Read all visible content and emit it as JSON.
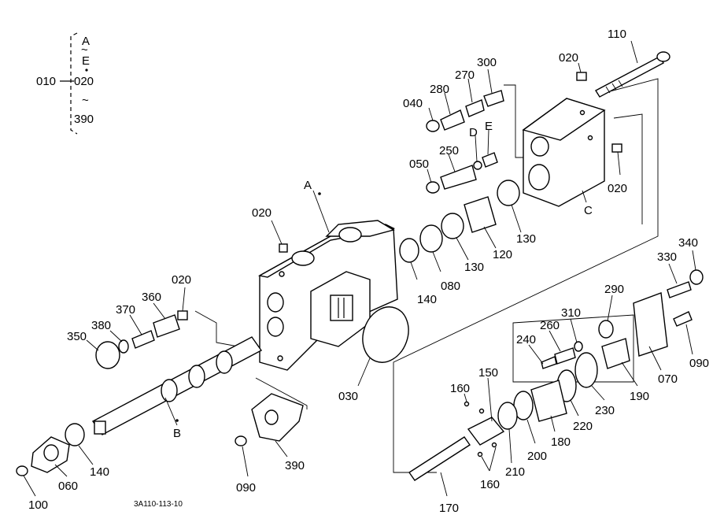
{
  "legend": {
    "ref": "010",
    "first": "A",
    "mid": "E",
    "next": "020",
    "tilde": "~",
    "last": "390"
  },
  "doc_code": "3A110-113-10",
  "callouts": [
    {
      "id": "c110",
      "text": "110"
    },
    {
      "id": "c020a",
      "text": "020"
    },
    {
      "id": "c300",
      "text": "300"
    },
    {
      "id": "c270",
      "text": "270"
    },
    {
      "id": "c280",
      "text": "280"
    },
    {
      "id": "c040",
      "text": "040"
    },
    {
      "id": "cD",
      "text": "D"
    },
    {
      "id": "cE",
      "text": "E"
    },
    {
      "id": "c250",
      "text": "250"
    },
    {
      "id": "c050",
      "text": "050"
    },
    {
      "id": "c020b",
      "text": "020"
    },
    {
      "id": "cC",
      "text": "C"
    },
    {
      "id": "cA",
      "text": "A"
    },
    {
      "id": "c020c",
      "text": "020"
    },
    {
      "id": "c130a",
      "text": "130"
    },
    {
      "id": "c120",
      "text": "120"
    },
    {
      "id": "c130b",
      "text": "130"
    },
    {
      "id": "c080",
      "text": "080"
    },
    {
      "id": "c140a",
      "text": "140"
    },
    {
      "id": "c340",
      "text": "340"
    },
    {
      "id": "c330",
      "text": "330"
    },
    {
      "id": "c020d",
      "text": "020"
    },
    {
      "id": "c360",
      "text": "360"
    },
    {
      "id": "c370",
      "text": "370"
    },
    {
      "id": "c380",
      "text": "380"
    },
    {
      "id": "c350",
      "text": "350"
    },
    {
      "id": "c290",
      "text": "290"
    },
    {
      "id": "c310",
      "text": "310"
    },
    {
      "id": "c260",
      "text": "260"
    },
    {
      "id": "c240",
      "text": "240"
    },
    {
      "id": "c090a",
      "text": "090"
    },
    {
      "id": "c070",
      "text": "070"
    },
    {
      "id": "c190",
      "text": "190"
    },
    {
      "id": "c230",
      "text": "230"
    },
    {
      "id": "c220",
      "text": "220"
    },
    {
      "id": "c030",
      "text": "030"
    },
    {
      "id": "c150",
      "text": "150"
    },
    {
      "id": "c160a",
      "text": "160"
    },
    {
      "id": "cB",
      "text": "B"
    },
    {
      "id": "c180",
      "text": "180"
    },
    {
      "id": "c200",
      "text": "200"
    },
    {
      "id": "c210",
      "text": "210"
    },
    {
      "id": "c160b",
      "text": "160"
    },
    {
      "id": "c170",
      "text": "170"
    },
    {
      "id": "c390",
      "text": "390"
    },
    {
      "id": "c090b",
      "text": "090"
    },
    {
      "id": "c060",
      "text": "060"
    },
    {
      "id": "c140b",
      "text": "140"
    },
    {
      "id": "c100",
      "text": "100"
    }
  ]
}
